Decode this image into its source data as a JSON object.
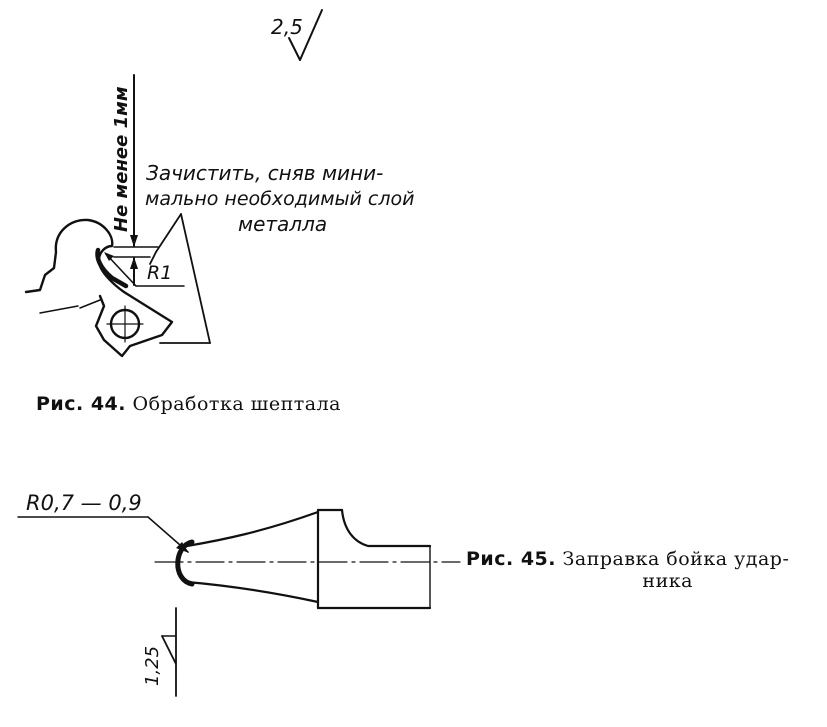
{
  "fig44": {
    "roughness": "2,5",
    "min_label": "Не менее 1мм",
    "note_line1": "Зачистить, сняв мини-",
    "note_line2": "мально необходимый слой",
    "note_line3": "металла",
    "radius_label": "R1",
    "caption_prefix": "Рис. 44.",
    "caption_text": "Обработка шептала"
  },
  "fig45": {
    "radius_label": "R0,7 — 0,9",
    "roughness": "1,25",
    "caption_prefix": "Рис. 45.",
    "caption_line1": "Заправка бойка удар-",
    "caption_line2": "ника"
  }
}
